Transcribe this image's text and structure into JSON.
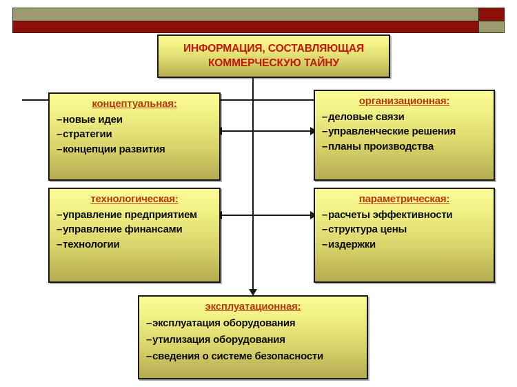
{
  "header": {
    "bar_top_color": "#9b9b6e",
    "bar_bottom_color": "#8c1007",
    "accent_block_color": "#8c1007"
  },
  "title": {
    "text": "ИНФОРМАЦИЯ, СОСТАВЛЯЮЩАЯ КОММЕРЧЕСКУЮ ТАЙНУ",
    "line1": "ИНФОРМАЦИЯ, СОСТАВЛЯЮЩАЯ",
    "line2": "КОММЕРЧЕСКУЮ ТАЙНУ",
    "color": "#c0180a"
  },
  "boxes": {
    "conceptual": {
      "heading": "концептуальная:",
      "items": [
        "новые идеи",
        "стратегии",
        "концепции развития"
      ]
    },
    "organizational": {
      "heading": "организационная:",
      "items": [
        "деловые связи",
        "управленческие решения",
        "планы производства"
      ]
    },
    "technological": {
      "heading": "технологическая:",
      "items": [
        "управление предприятием",
        "управление финансами",
        "технологии"
      ]
    },
    "parametric": {
      "heading": "параметрическая:",
      "items": [
        "расчеты эффективности",
        "структура цены",
        "издержки"
      ]
    },
    "operational": {
      "heading": "эксплуатационная:",
      "items": [
        "эксплуатация оборудования",
        "утилизация оборудования",
        "сведения о системе безопасности"
      ]
    }
  },
  "style": {
    "bullet_dash": "–",
    "heading_color": "#b83a0c",
    "item_color": "#0d0d0d",
    "box_border_color": "#1a1a12",
    "box_fill_top": "#fbfb9a",
    "box_fill_bottom": "#b5ab52",
    "connector_color": "#1a1a12"
  }
}
